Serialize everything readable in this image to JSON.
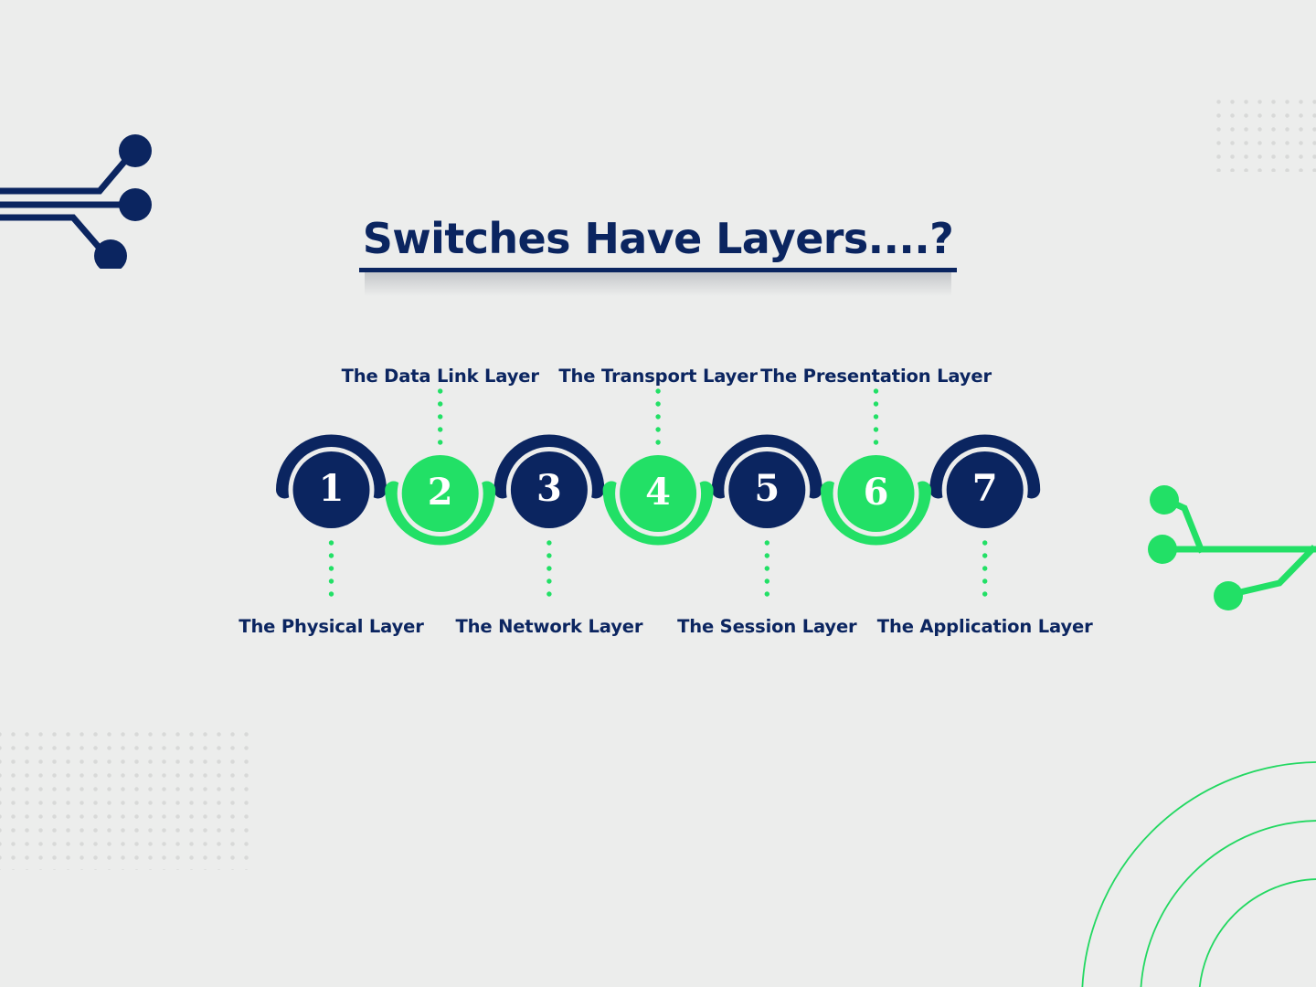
{
  "slide": {
    "title": "Switches Have Layers....?",
    "background_color": "#ecedec",
    "navy": "#0b2560",
    "green": "#22e066",
    "white": "#ffffff",
    "dot_grid_color": "#d8d9d8"
  },
  "nodes": [
    {
      "number": "1",
      "label": "The Physical Layer",
      "color": "navy",
      "label_position": "bottom"
    },
    {
      "number": "2",
      "label": "The Data Link Layer",
      "color": "green",
      "label_position": "top"
    },
    {
      "number": "3",
      "label": "The Network Layer",
      "color": "navy",
      "label_position": "bottom"
    },
    {
      "number": "4",
      "label": "The Transport Layer",
      "color": "green",
      "label_position": "top"
    },
    {
      "number": "5",
      "label": "The Session Layer",
      "color": "navy",
      "label_position": "bottom"
    },
    {
      "number": "6",
      "label": "The Presentation Layer",
      "color": "green",
      "label_position": "top"
    },
    {
      "number": "7",
      "label": "The Application Layer",
      "color": "navy",
      "label_position": "bottom"
    }
  ],
  "decorations": {
    "circuit_top_left": "circuit-trace-icon",
    "circuit_bottom_right": "circuit-trace-icon",
    "dot_grid_top_right": "dot-grid-pattern",
    "dot_grid_bottom_left": "dot-grid-pattern",
    "concentric_arcs_bottom_right": "concentric-arcs-pattern"
  }
}
